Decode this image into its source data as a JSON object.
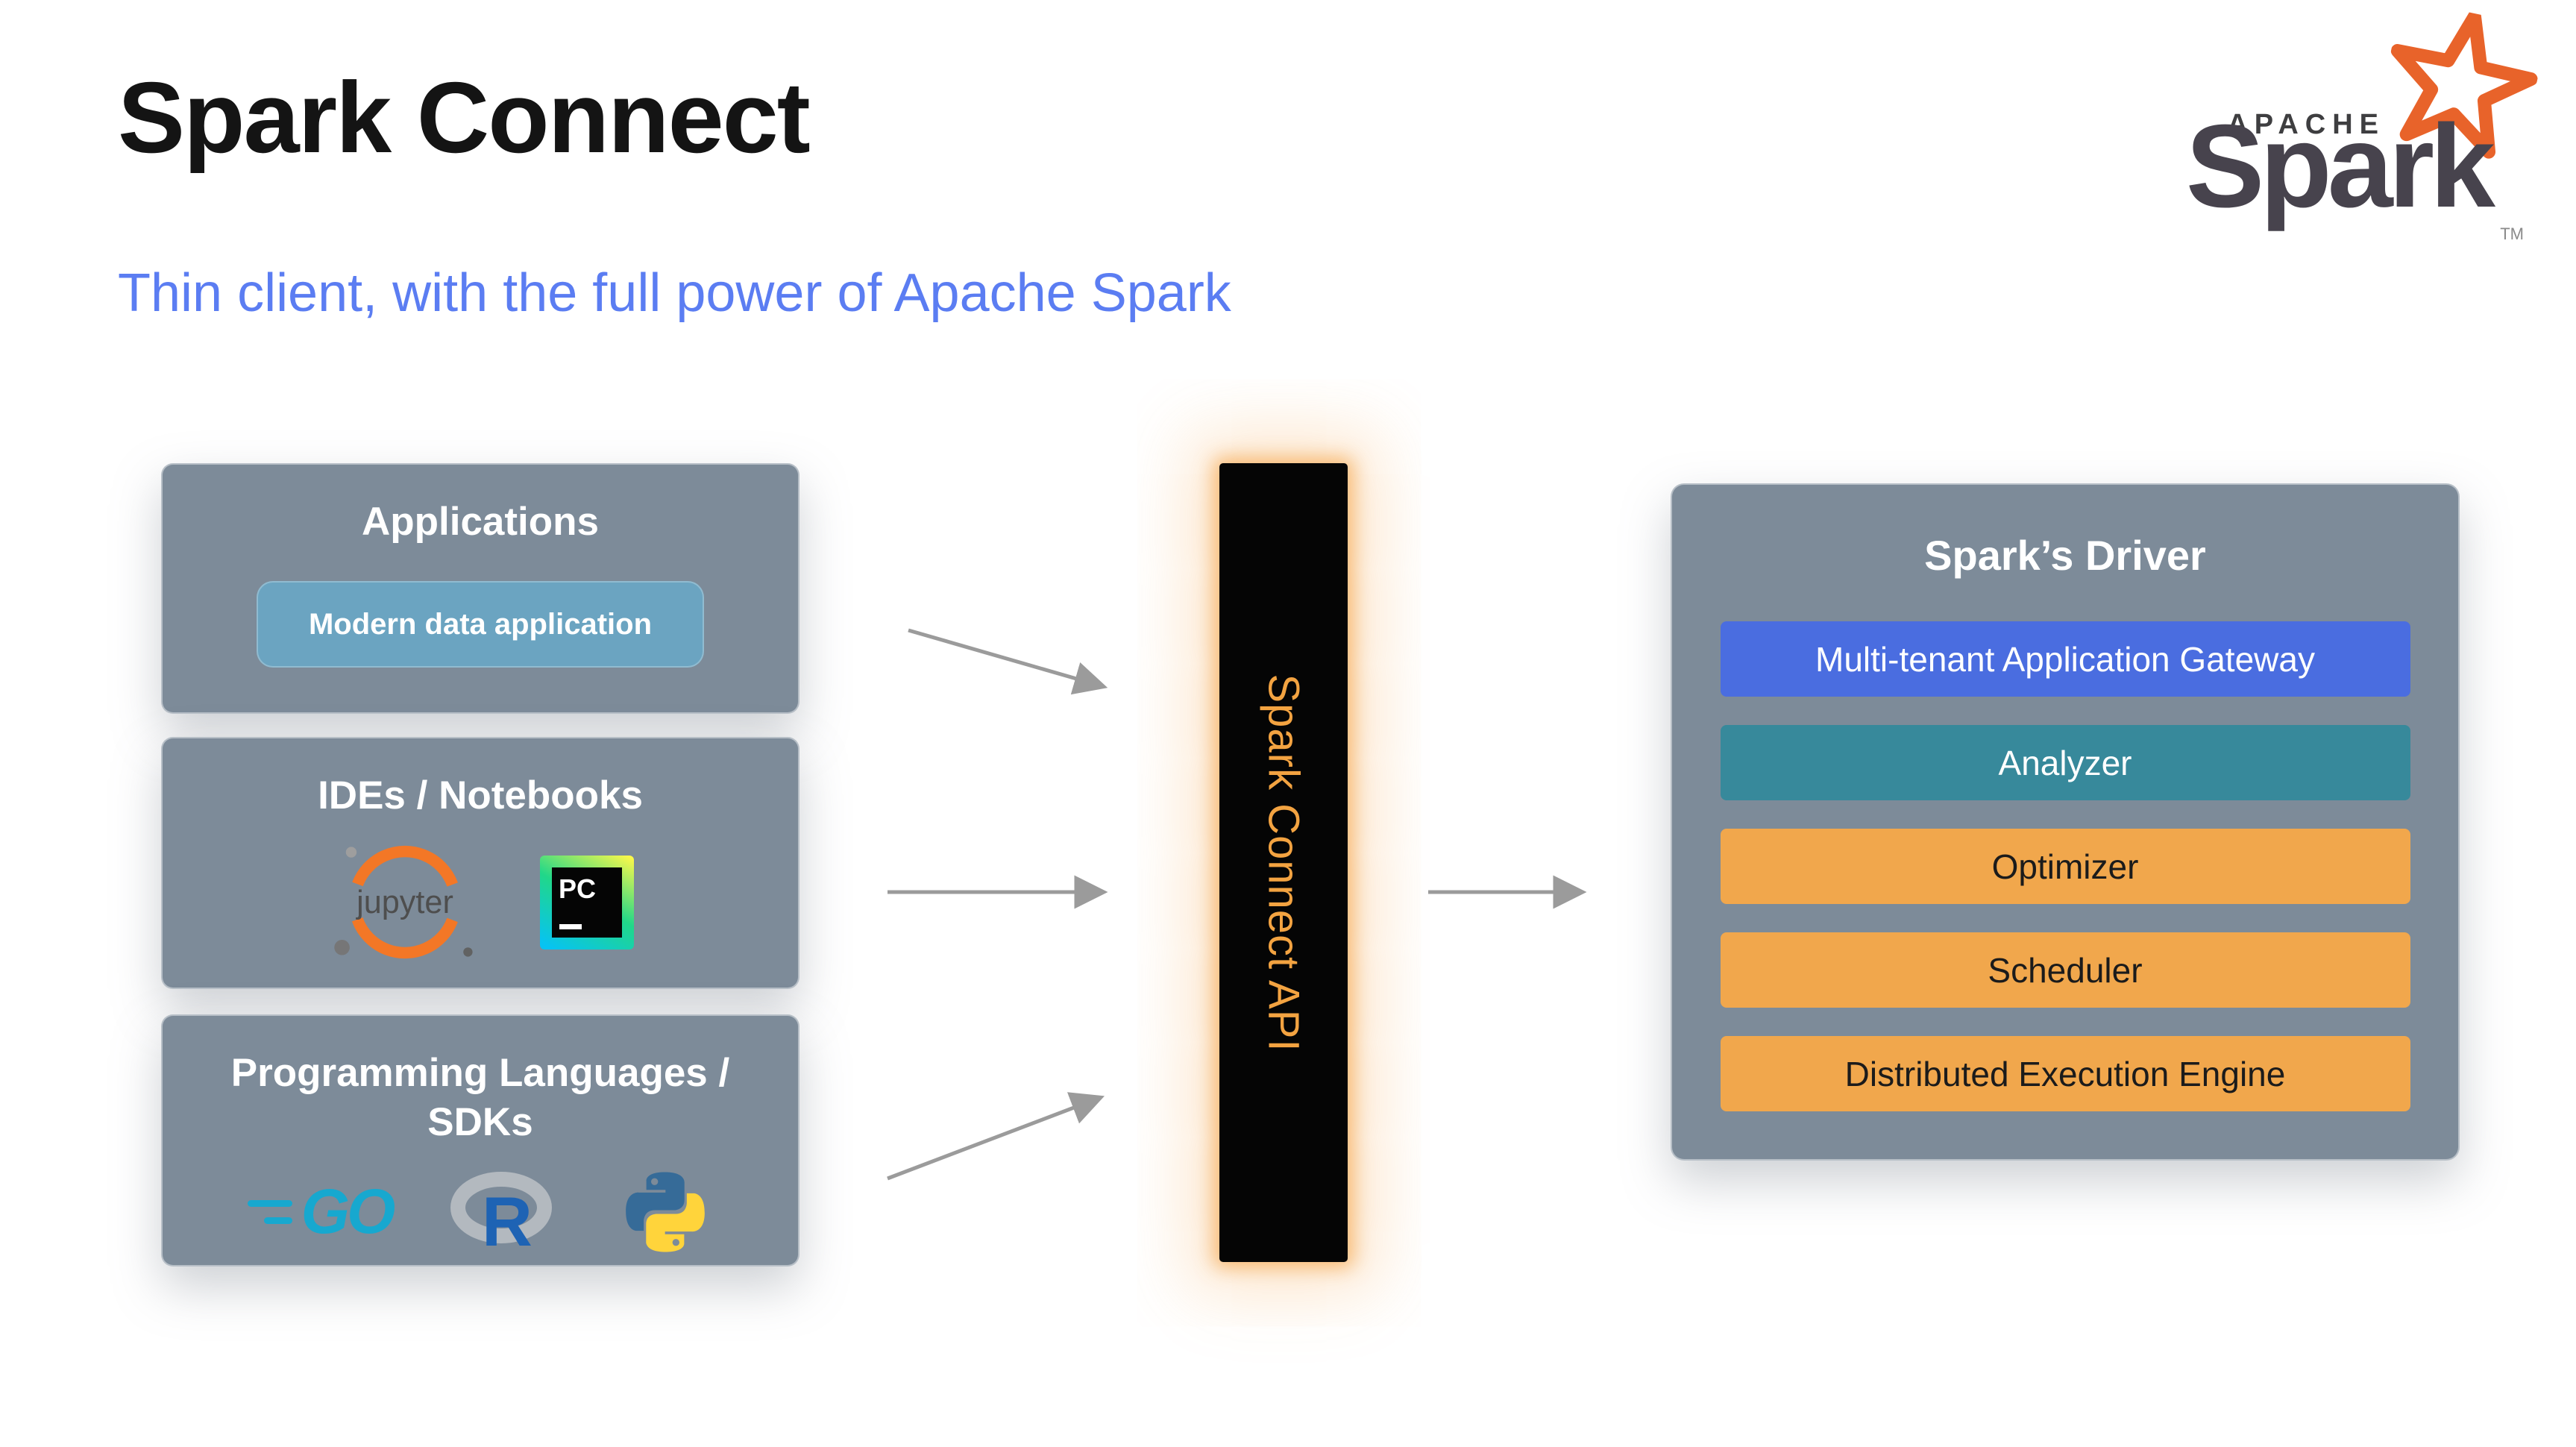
{
  "header": {
    "title": "Spark Connect",
    "subtitle": "Thin client, with the full power of Apache Spark"
  },
  "logo": {
    "apache": "APACHE",
    "spark": "Spark",
    "tm": "TM"
  },
  "left_column": {
    "applications": {
      "title": "Applications",
      "badge": "Modern data application"
    },
    "ides": {
      "title": "IDEs / Notebooks",
      "jupyter": "jupyter",
      "pycharm": "PC"
    },
    "languages": {
      "title": "Programming Languages / SDKs",
      "go": "GO",
      "r": "R"
    }
  },
  "center": {
    "label": "Spark Connect API"
  },
  "right_panel": {
    "title": "Spark’s Driver",
    "layers": [
      {
        "label": "Multi-tenant Application Gateway",
        "color": "#4a6de0",
        "text_color": "#ffffff"
      },
      {
        "label": "Analyzer",
        "color": "#37899b",
        "text_color": "#ffffff"
      },
      {
        "label": "Optimizer",
        "color": "#f1a74c",
        "text_color": "#1b1b1b"
      },
      {
        "label": "Scheduler",
        "color": "#f1a74c",
        "text_color": "#1b1b1b"
      },
      {
        "label": "Distributed Execution Engine",
        "color": "#f1a74c",
        "text_color": "#1b1b1b"
      }
    ]
  },
  "colors": {
    "panel_gray": "#7d8b99",
    "badge_blue": "#6ba4c1",
    "subtitle_blue": "#5b7df2",
    "api_text_orange": "#f3a341",
    "arrow_gray": "#9b9b9b",
    "spark_logo_orange": "#e8632a"
  }
}
